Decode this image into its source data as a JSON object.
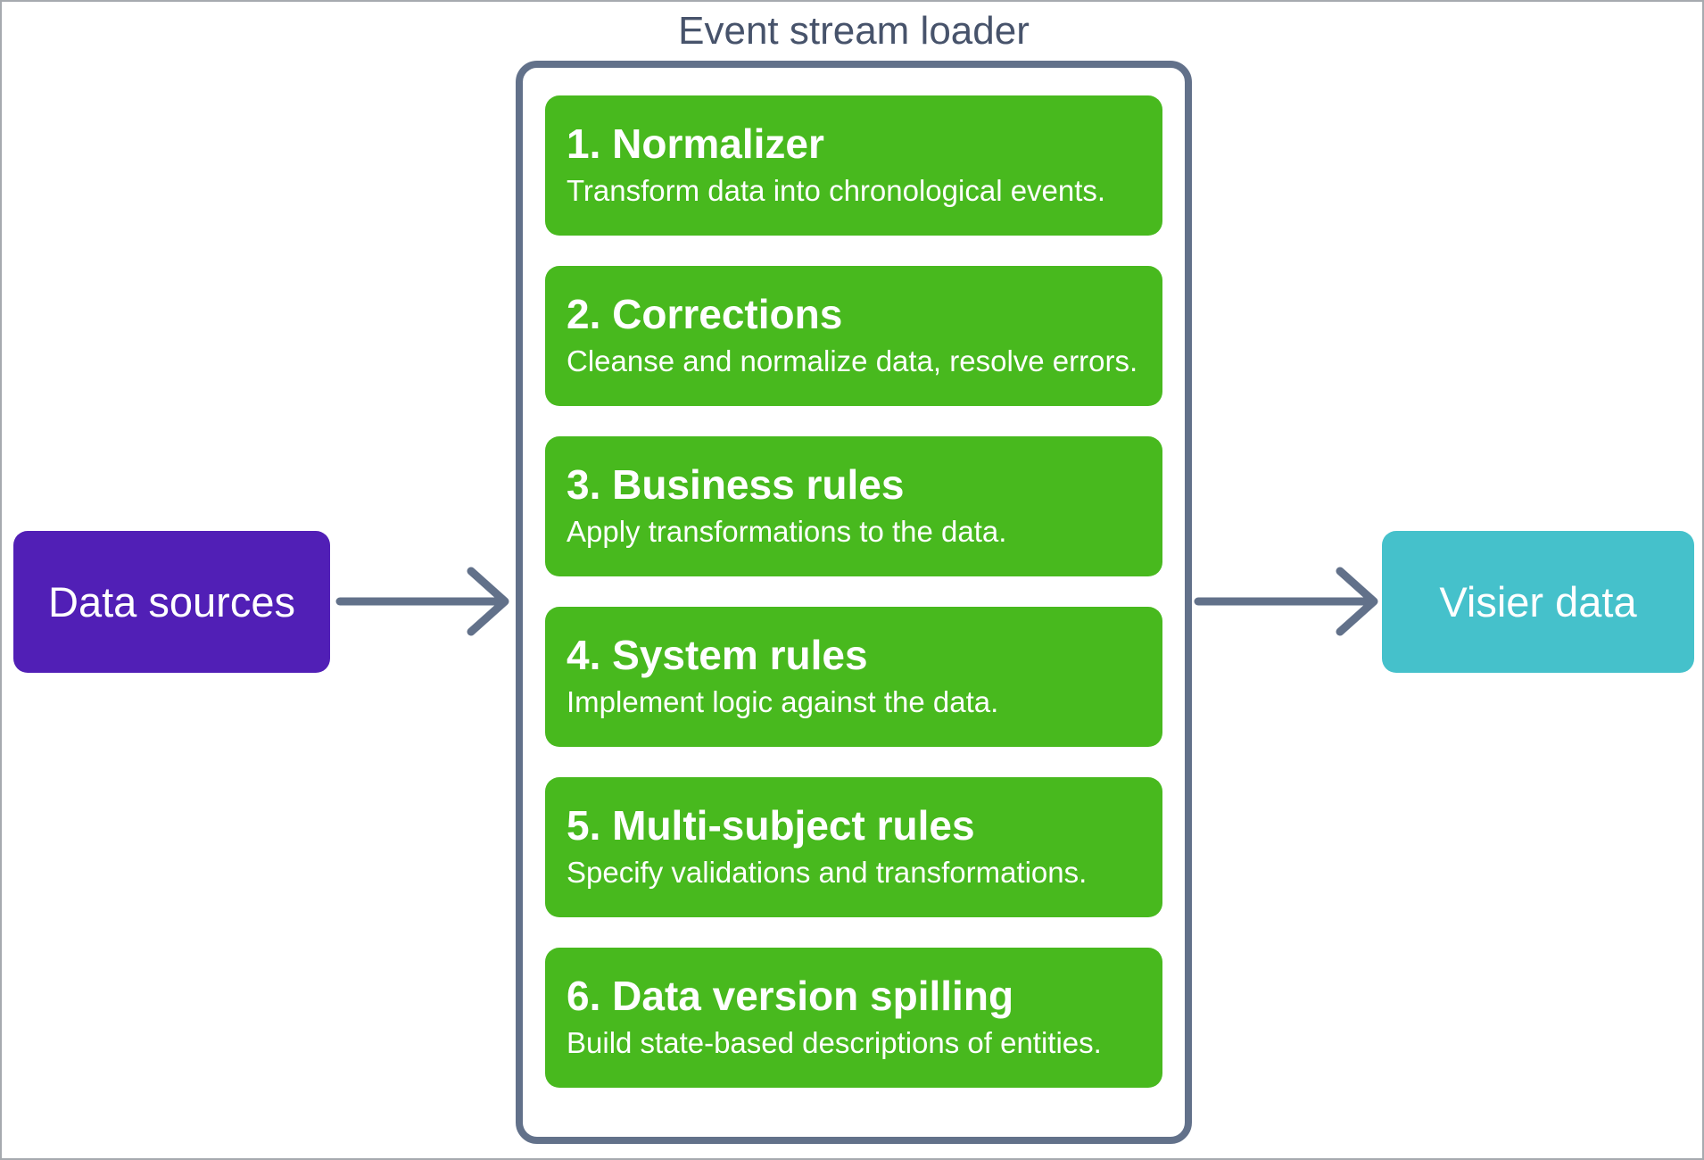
{
  "title": "Event stream loader",
  "colors": {
    "green": "#48B91E",
    "purple": "#511FB6",
    "teal": "#45C1CB",
    "slate": "#62718A",
    "title_text": "#47536B",
    "page_border": "#A6AAAF"
  },
  "source_node": {
    "label": "Data sources"
  },
  "target_node": {
    "label": "Visier data"
  },
  "stages": [
    {
      "label": "1. Normalizer",
      "description": "Transform data into chronological events."
    },
    {
      "label": "2. Corrections",
      "description": "Cleanse and normalize data, resolve errors."
    },
    {
      "label": "3. Business rules",
      "description": "Apply transformations to the data."
    },
    {
      "label": "4. System rules",
      "description": "Implement logic against the data."
    },
    {
      "label": "5. Multi-subject rules",
      "description": "Specify validations and transformations."
    },
    {
      "label": "6. Data version spilling",
      "description": "Build state-based descriptions of entities."
    }
  ],
  "icons": {
    "flow_arrow_left": "arrow-right-icon",
    "flow_arrow_right": "arrow-right-icon"
  }
}
